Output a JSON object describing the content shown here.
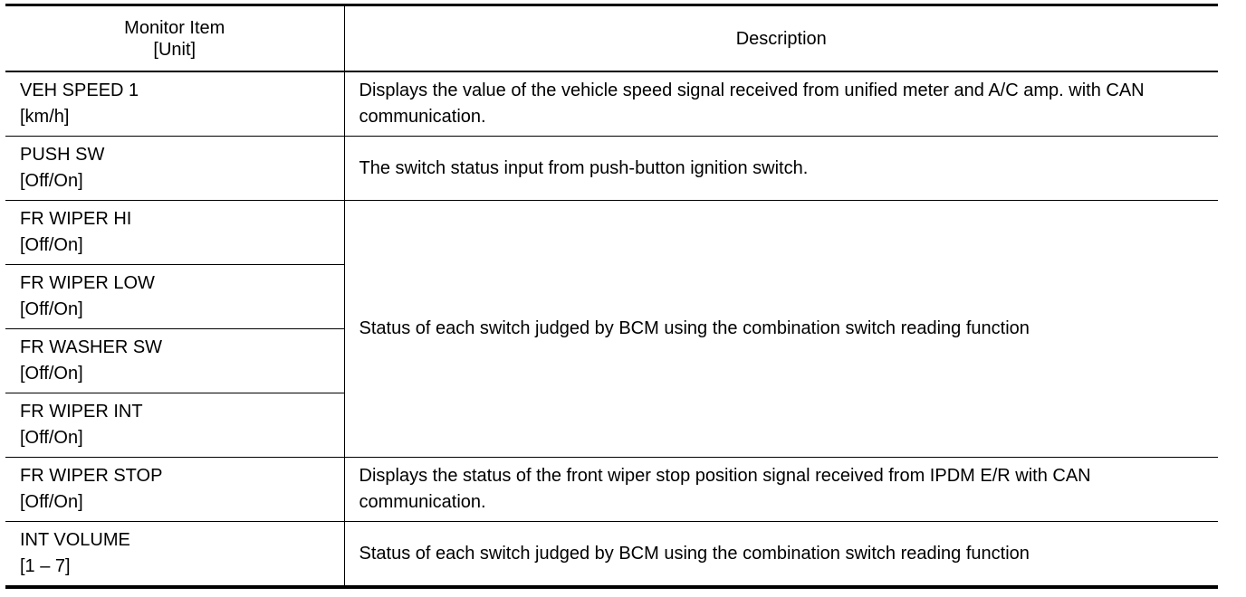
{
  "table": {
    "headers": {
      "item_line1": "Monitor Item",
      "item_line2": "[Unit]",
      "description": "Description"
    },
    "rows": [
      {
        "name": "VEH SPEED 1",
        "unit": "[km/h]"
      },
      {
        "name": "PUSH SW",
        "unit": "[Off/On]"
      },
      {
        "name": "FR WIPER HI",
        "unit": "[Off/On]"
      },
      {
        "name": "FR WIPER LOW",
        "unit": "[Off/On]"
      },
      {
        "name": "FR WASHER SW",
        "unit": "[Off/On]"
      },
      {
        "name": "FR WIPER INT",
        "unit": "[Off/On]"
      },
      {
        "name": "FR WIPER STOP",
        "unit": "[Off/On]"
      },
      {
        "name": "INT VOLUME",
        "unit": "[1 – 7]"
      }
    ],
    "descriptions": [
      "Displays the value of the vehicle speed signal received from unified meter and A/C amp. with CAN communication.",
      "The switch status input from push-button ignition switch.",
      "Status of each switch judged by BCM using the combination switch reading function",
      "Displays the status of the front wiper stop position signal received from IPDM E/R with CAN communication.",
      "Status of each switch judged by BCM using the combination switch reading function"
    ]
  }
}
